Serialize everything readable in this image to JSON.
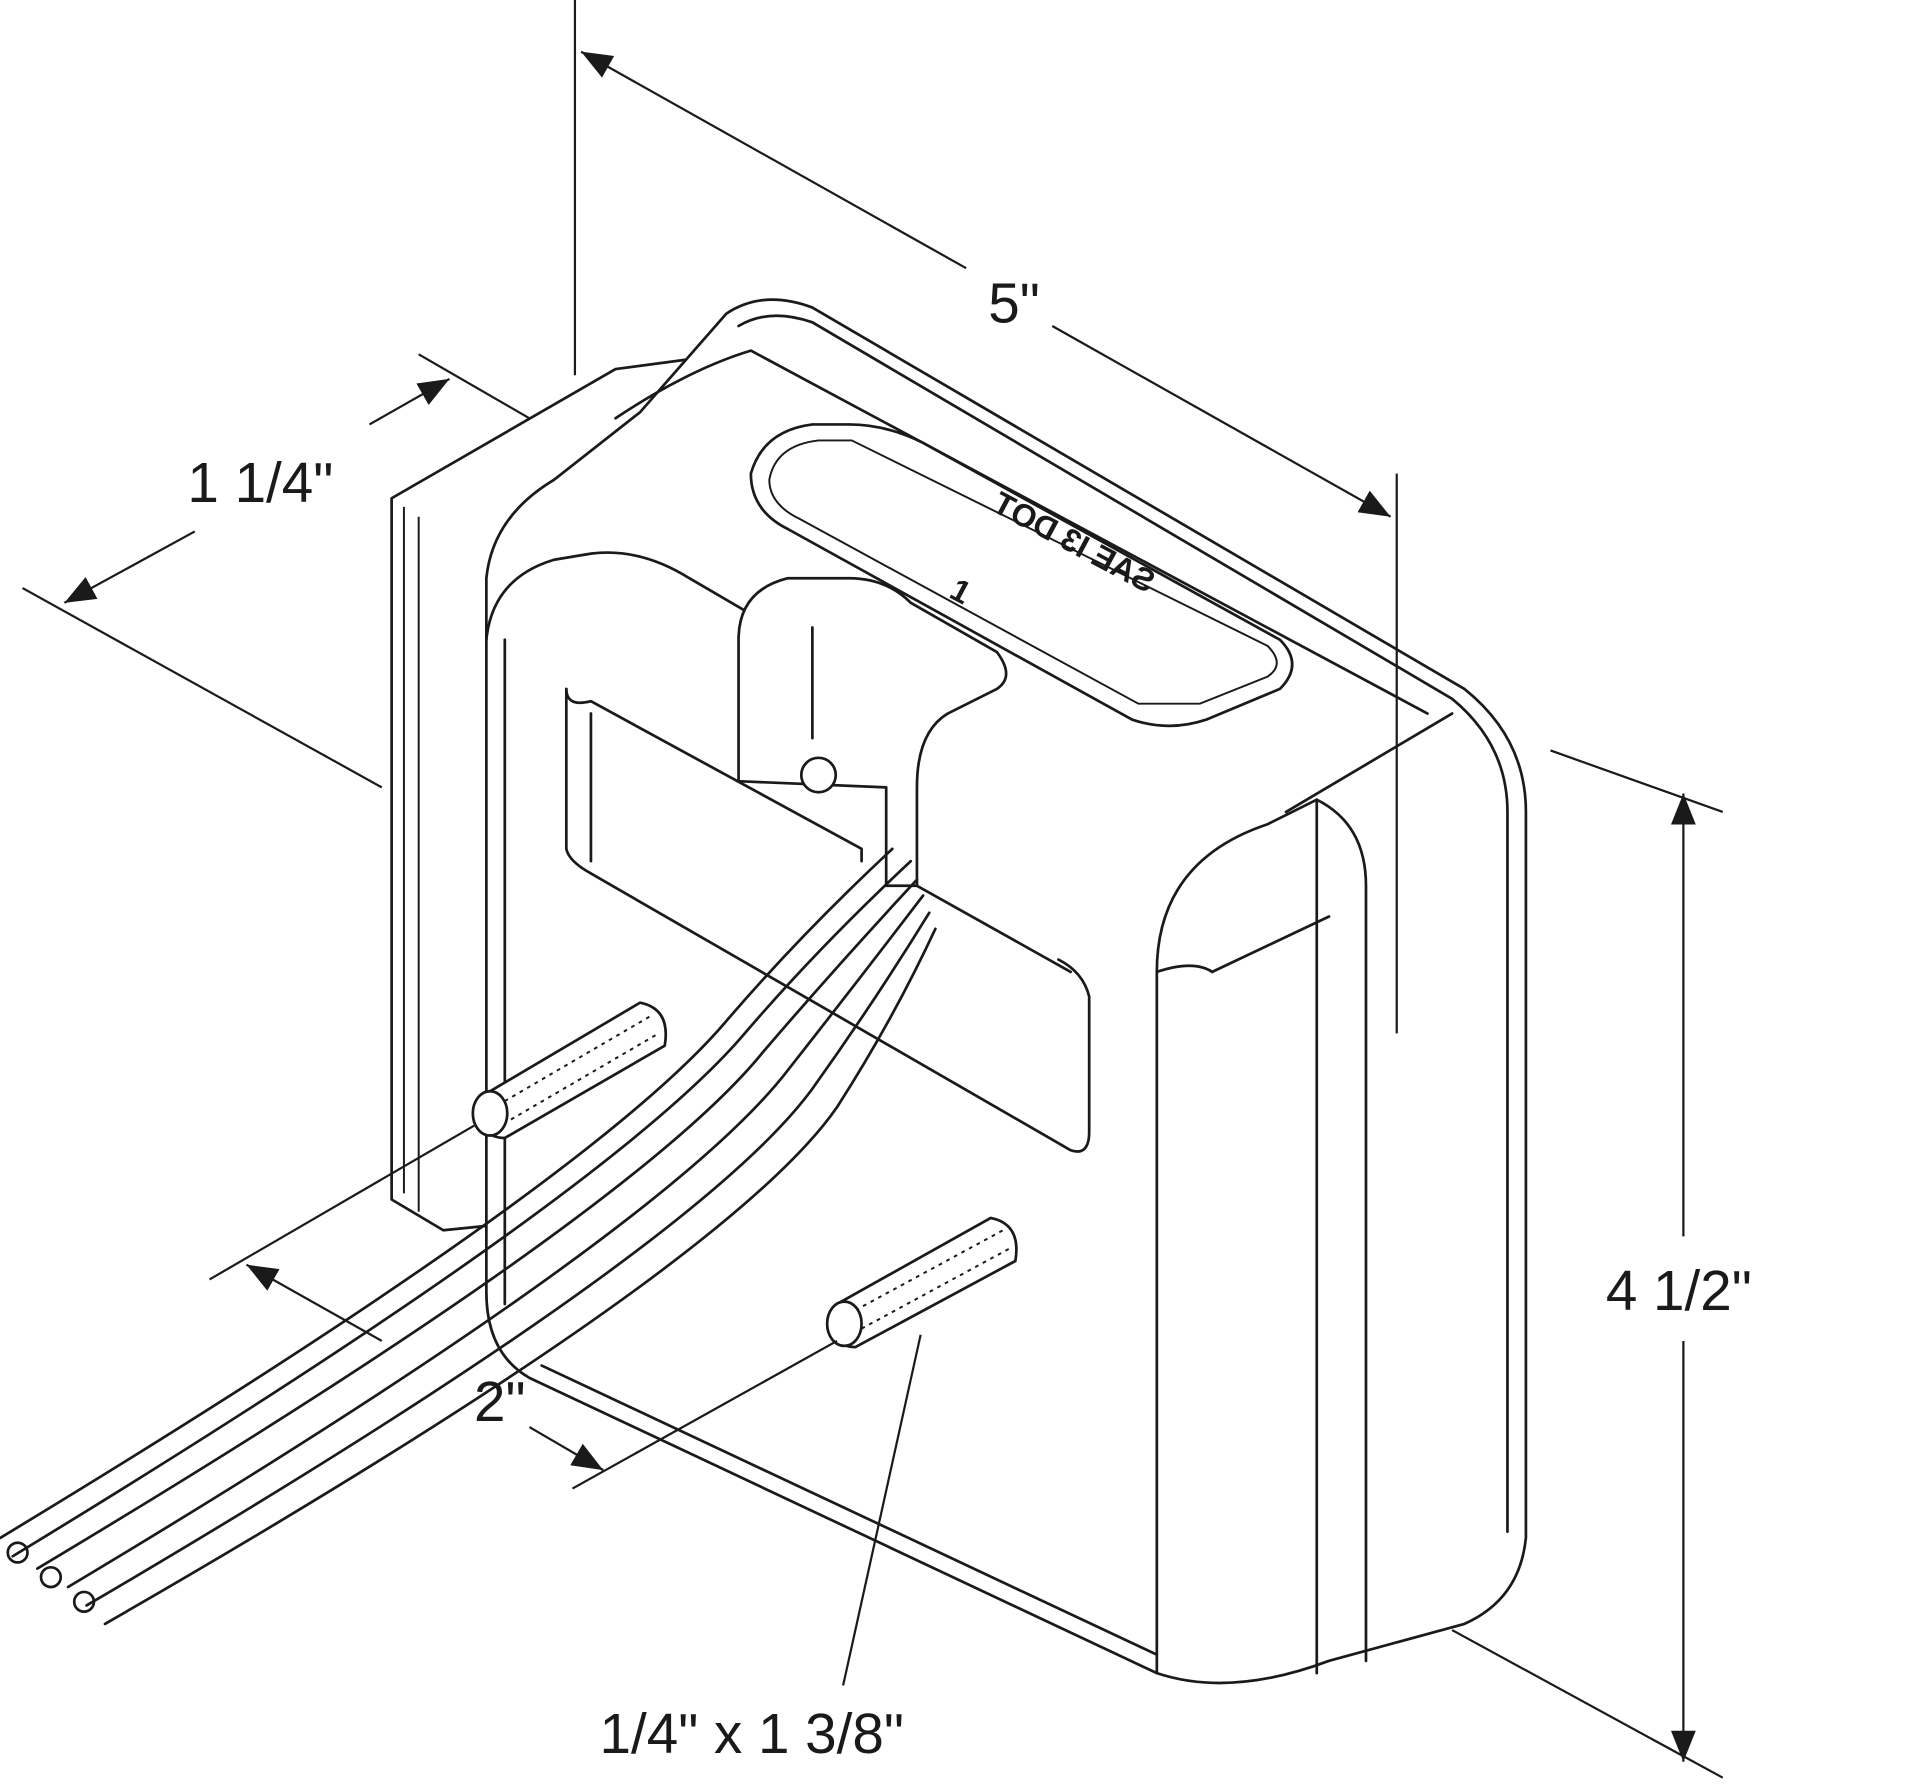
{
  "dimensions": {
    "length": "5\"",
    "depth": "1 1/4\"",
    "height": "4 1/2\"",
    "stud_spacing": "2\"",
    "stud_size": "1/4\" x 1 3/8\""
  },
  "embossing": {
    "mark": "SAE I3 DOT",
    "arrow": "1"
  },
  "colors": {
    "line": "#1a1a1a",
    "background": "#ffffff"
  }
}
